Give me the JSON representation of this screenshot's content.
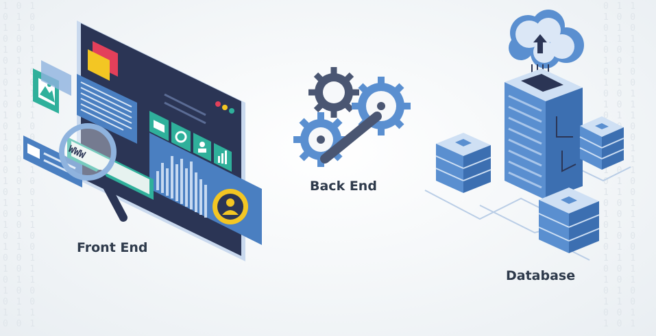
{
  "labels": {
    "front_end": "Front End",
    "back_end": "Back End",
    "database": "Database"
  },
  "browser": {
    "url_text": "WWW"
  },
  "icons": [
    "image-icon",
    "chat-icon",
    "magnifier-icon",
    "mail-icon",
    "gear-icon",
    "user-icon",
    "bar-chart-icon",
    "profile-circle-icon",
    "gears-icon",
    "cloud-upload-icon",
    "server-rack-icon",
    "server-stack-icon"
  ],
  "colors": {
    "navy": "#2b3555",
    "blue": "#4a7fc1",
    "light_blue": "#8fb3de",
    "teal": "#2fb09b",
    "yellow": "#f3c623",
    "red": "#e3405a",
    "text": "#2e3a4b"
  }
}
